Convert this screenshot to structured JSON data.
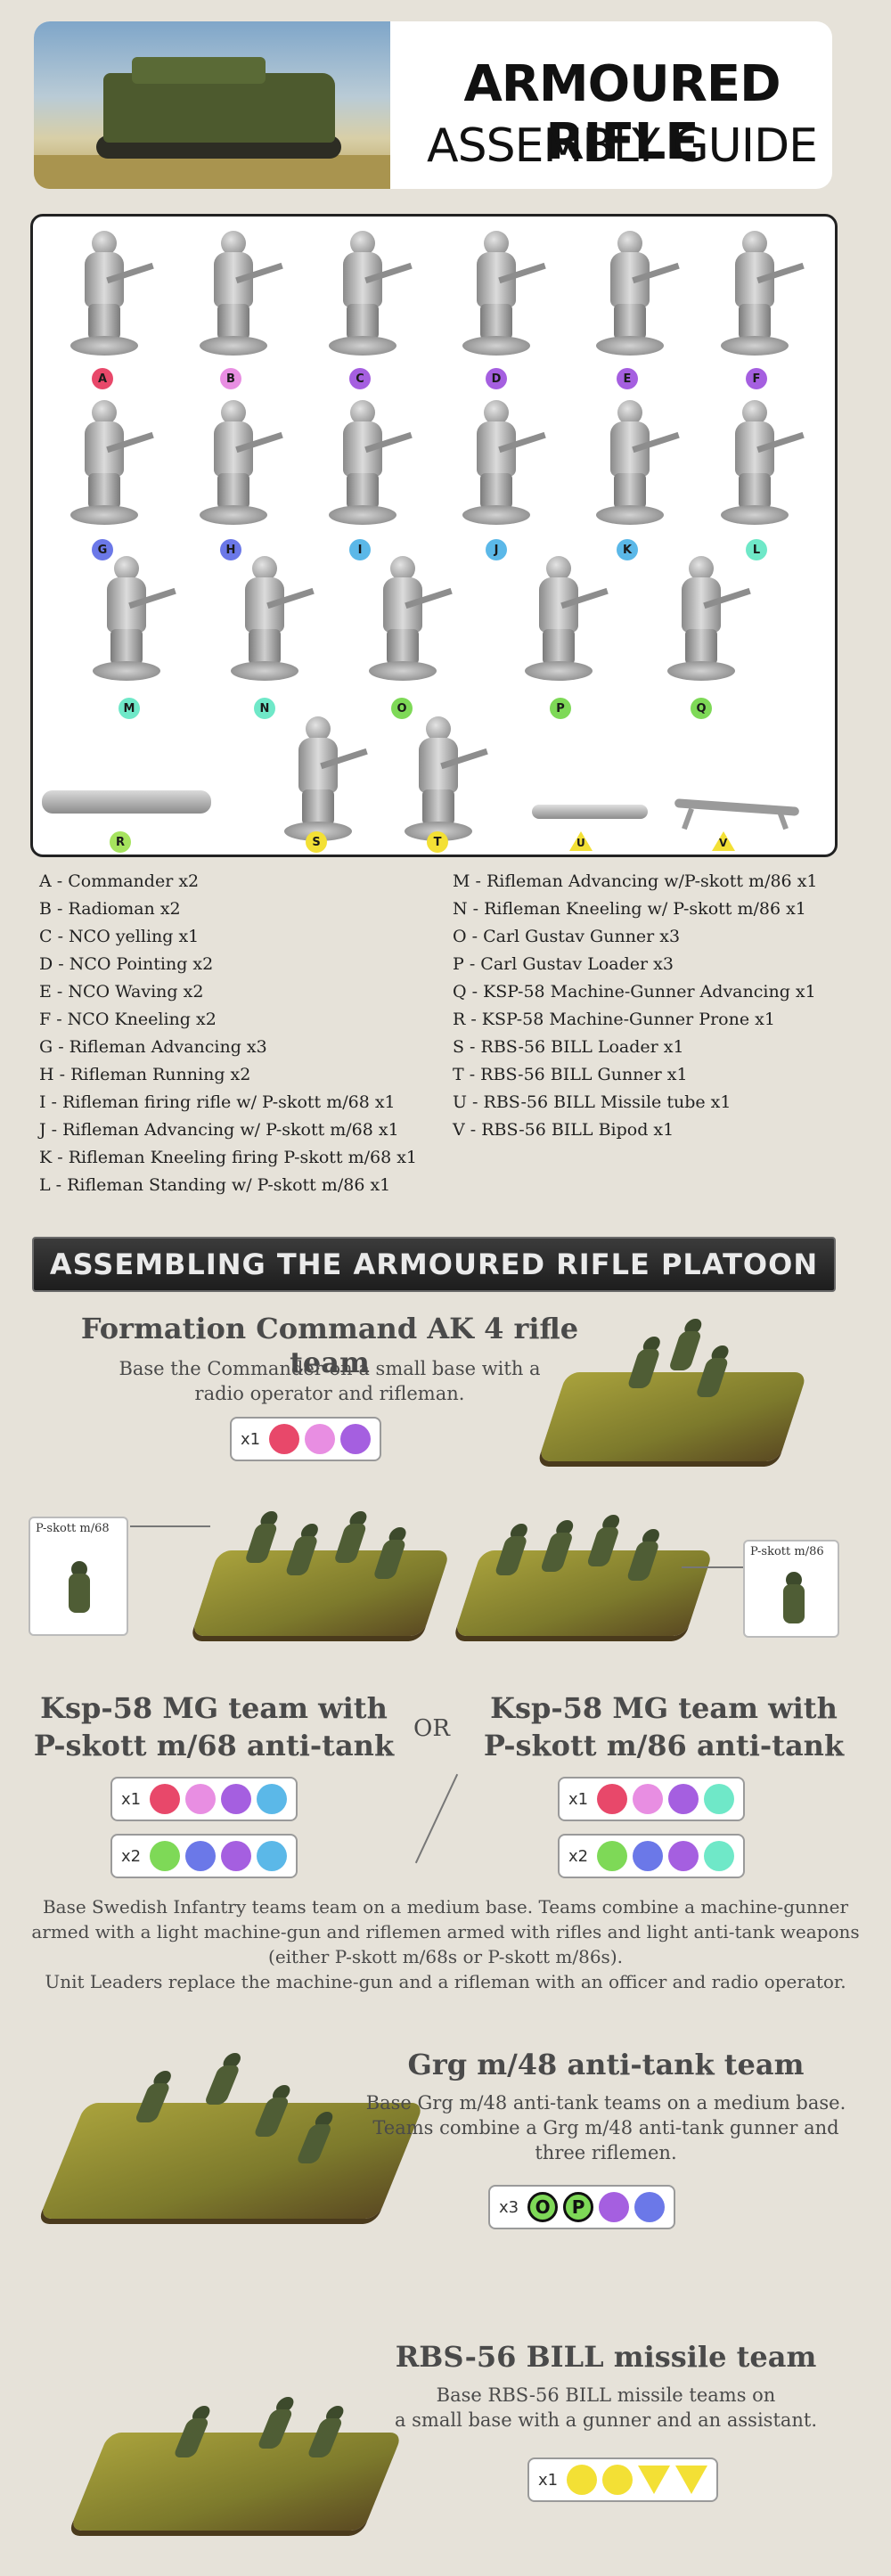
{
  "header": {
    "title_line1": "ARMOURED RIFLE",
    "title_line2": "ASSEMBLY GUIDE"
  },
  "figures": [
    {
      "id": "A",
      "color": "#e8486a",
      "shape": "circle"
    },
    {
      "id": "B",
      "color": "#e88ee2",
      "shape": "circle"
    },
    {
      "id": "C",
      "color": "#a55fe0",
      "shape": "circle"
    },
    {
      "id": "D",
      "color": "#a55fe0",
      "shape": "circle"
    },
    {
      "id": "E",
      "color": "#a55fe0",
      "shape": "circle"
    },
    {
      "id": "F",
      "color": "#a55fe0",
      "shape": "circle"
    },
    {
      "id": "G",
      "color": "#6b78e8",
      "shape": "circle"
    },
    {
      "id": "H",
      "color": "#6b78e8",
      "shape": "circle"
    },
    {
      "id": "I",
      "color": "#5bb8e8",
      "shape": "circle"
    },
    {
      "id": "J",
      "color": "#5bb8e8",
      "shape": "circle"
    },
    {
      "id": "K",
      "color": "#5bb8e8",
      "shape": "circle"
    },
    {
      "id": "L",
      "color": "#6fe8c8",
      "shape": "circle"
    },
    {
      "id": "M",
      "color": "#6fe8c8",
      "shape": "circle"
    },
    {
      "id": "N",
      "color": "#6fe8c8",
      "shape": "circle"
    },
    {
      "id": "O",
      "color": "#7ed957",
      "shape": "circle"
    },
    {
      "id": "P",
      "color": "#7ed957",
      "shape": "circle"
    },
    {
      "id": "Q",
      "color": "#7ed957",
      "shape": "circle"
    },
    {
      "id": "R",
      "color": "#a6e35e",
      "shape": "circle"
    },
    {
      "id": "S",
      "color": "#f3e035",
      "shape": "circle"
    },
    {
      "id": "T",
      "color": "#f3e035",
      "shape": "circle"
    },
    {
      "id": "U",
      "color": "#f3e035",
      "shape": "triangle"
    },
    {
      "id": "V",
      "color": "#f3e035",
      "shape": "triangle"
    }
  ],
  "legend_left": [
    "A - Commander x2",
    "B - Radioman x2",
    "C - NCO yelling x1",
    "D - NCO Pointing x2",
    "E - NCO Waving x2",
    "F - NCO Kneeling x2",
    "G - Rifleman Advancing x3",
    "H - Rifleman Running x2",
    "I - Rifleman firing rifle w/ P-skott m/68 x1",
    "J - Rifleman Advancing w/ P-skott m/68 x1",
    "K - Rifleman Kneeling firing P-skott m/68 x1",
    "L - Rifleman Standing w/ P-skott m/86 x1"
  ],
  "legend_right": [
    "M - Rifleman Advancing w/P-skott m/86 x1",
    "N - Rifleman Kneeling w/ P-skott m/86 x1",
    "O - Carl Gustav Gunner x3",
    "P - Carl Gustav Loader x3",
    "Q - KSP-58 Machine-Gunner Advancing x1",
    "R - KSP-58 Machine-Gunner Prone x1",
    "S - RBS-56 BILL Loader x1",
    "T - RBS-56 BILL Gunner x1",
    "U - RBS-56 BILL Missile tube x1",
    "V - RBS-56 BILL Bipod x1"
  ],
  "section_banner": "ASSEMBLING THE ARMOURED RIFLE PLATOON",
  "formation": {
    "title": "Formation Command AK 4 rifle team",
    "desc_line1": "Base the Commander on a small base with a",
    "desc_line2": "radio operator and rifleman.",
    "chips": {
      "mult": "x1",
      "colors": [
        "#e8486a",
        "#e88ee2",
        "#a55fe0"
      ]
    }
  },
  "insets": {
    "left_label": "P-skott m/68",
    "right_label": "P-skott m/86"
  },
  "mg_left": {
    "title_line1": "Ksp-58 MG team with",
    "title_line2": "P-skott m/68 anti-tank",
    "row1": {
      "mult": "x1",
      "colors": [
        "#e8486a",
        "#e88ee2",
        "#a55fe0",
        "#5bb8e8"
      ]
    },
    "row2": {
      "mult": "x2",
      "colors": [
        "#7ed957",
        "#6b78e8",
        "#a55fe0",
        "#5bb8e8"
      ]
    }
  },
  "or_text": "OR",
  "mg_right": {
    "title_line1": "Ksp-58 MG team with",
    "title_line2": "P-skott m/86 anti-tank",
    "row1": {
      "mult": "x1",
      "colors": [
        "#e8486a",
        "#e88ee2",
        "#a55fe0",
        "#6fe8c8"
      ]
    },
    "row2": {
      "mult": "x2",
      "colors": [
        "#7ed957",
        "#6b78e8",
        "#a55fe0",
        "#6fe8c8"
      ]
    }
  },
  "mg_desc": {
    "line1": "Base Swedish Infantry teams team on a medium base. Teams combine a machine-gunner",
    "line2": "armed with a light machine-gun and riflemen armed with rifles and light anti-tank weapons",
    "line3": "(either P-skott m/68s or P-skott m/86s).",
    "line4": "Unit Leaders replace the machine-gun and a rifleman with an officer and radio operator."
  },
  "grg": {
    "title": "Grg m/48 anti-tank team",
    "desc_line1": "Base Grg m/48 anti-tank teams on a medium base.",
    "desc_line2": "Teams combine a Grg m/48 anti-tank gunner and",
    "desc_line3": "three riflemen.",
    "mult": "x3",
    "letter_o": "O",
    "letter_p": "P",
    "colors": [
      "#7ed957",
      "#7ed957",
      "#a55fe0",
      "#6b78e8"
    ]
  },
  "rbs": {
    "title": "RBS-56 BILL missile team",
    "desc_line1": "Base RBS-56 BILL missile teams on",
    "desc_line2": "a small base with a gunner and an assistant.",
    "mult": "x1",
    "colors": [
      "#f3e035",
      "#f3e035"
    ],
    "triangles": [
      "#f3e035",
      "#f3e035"
    ]
  }
}
